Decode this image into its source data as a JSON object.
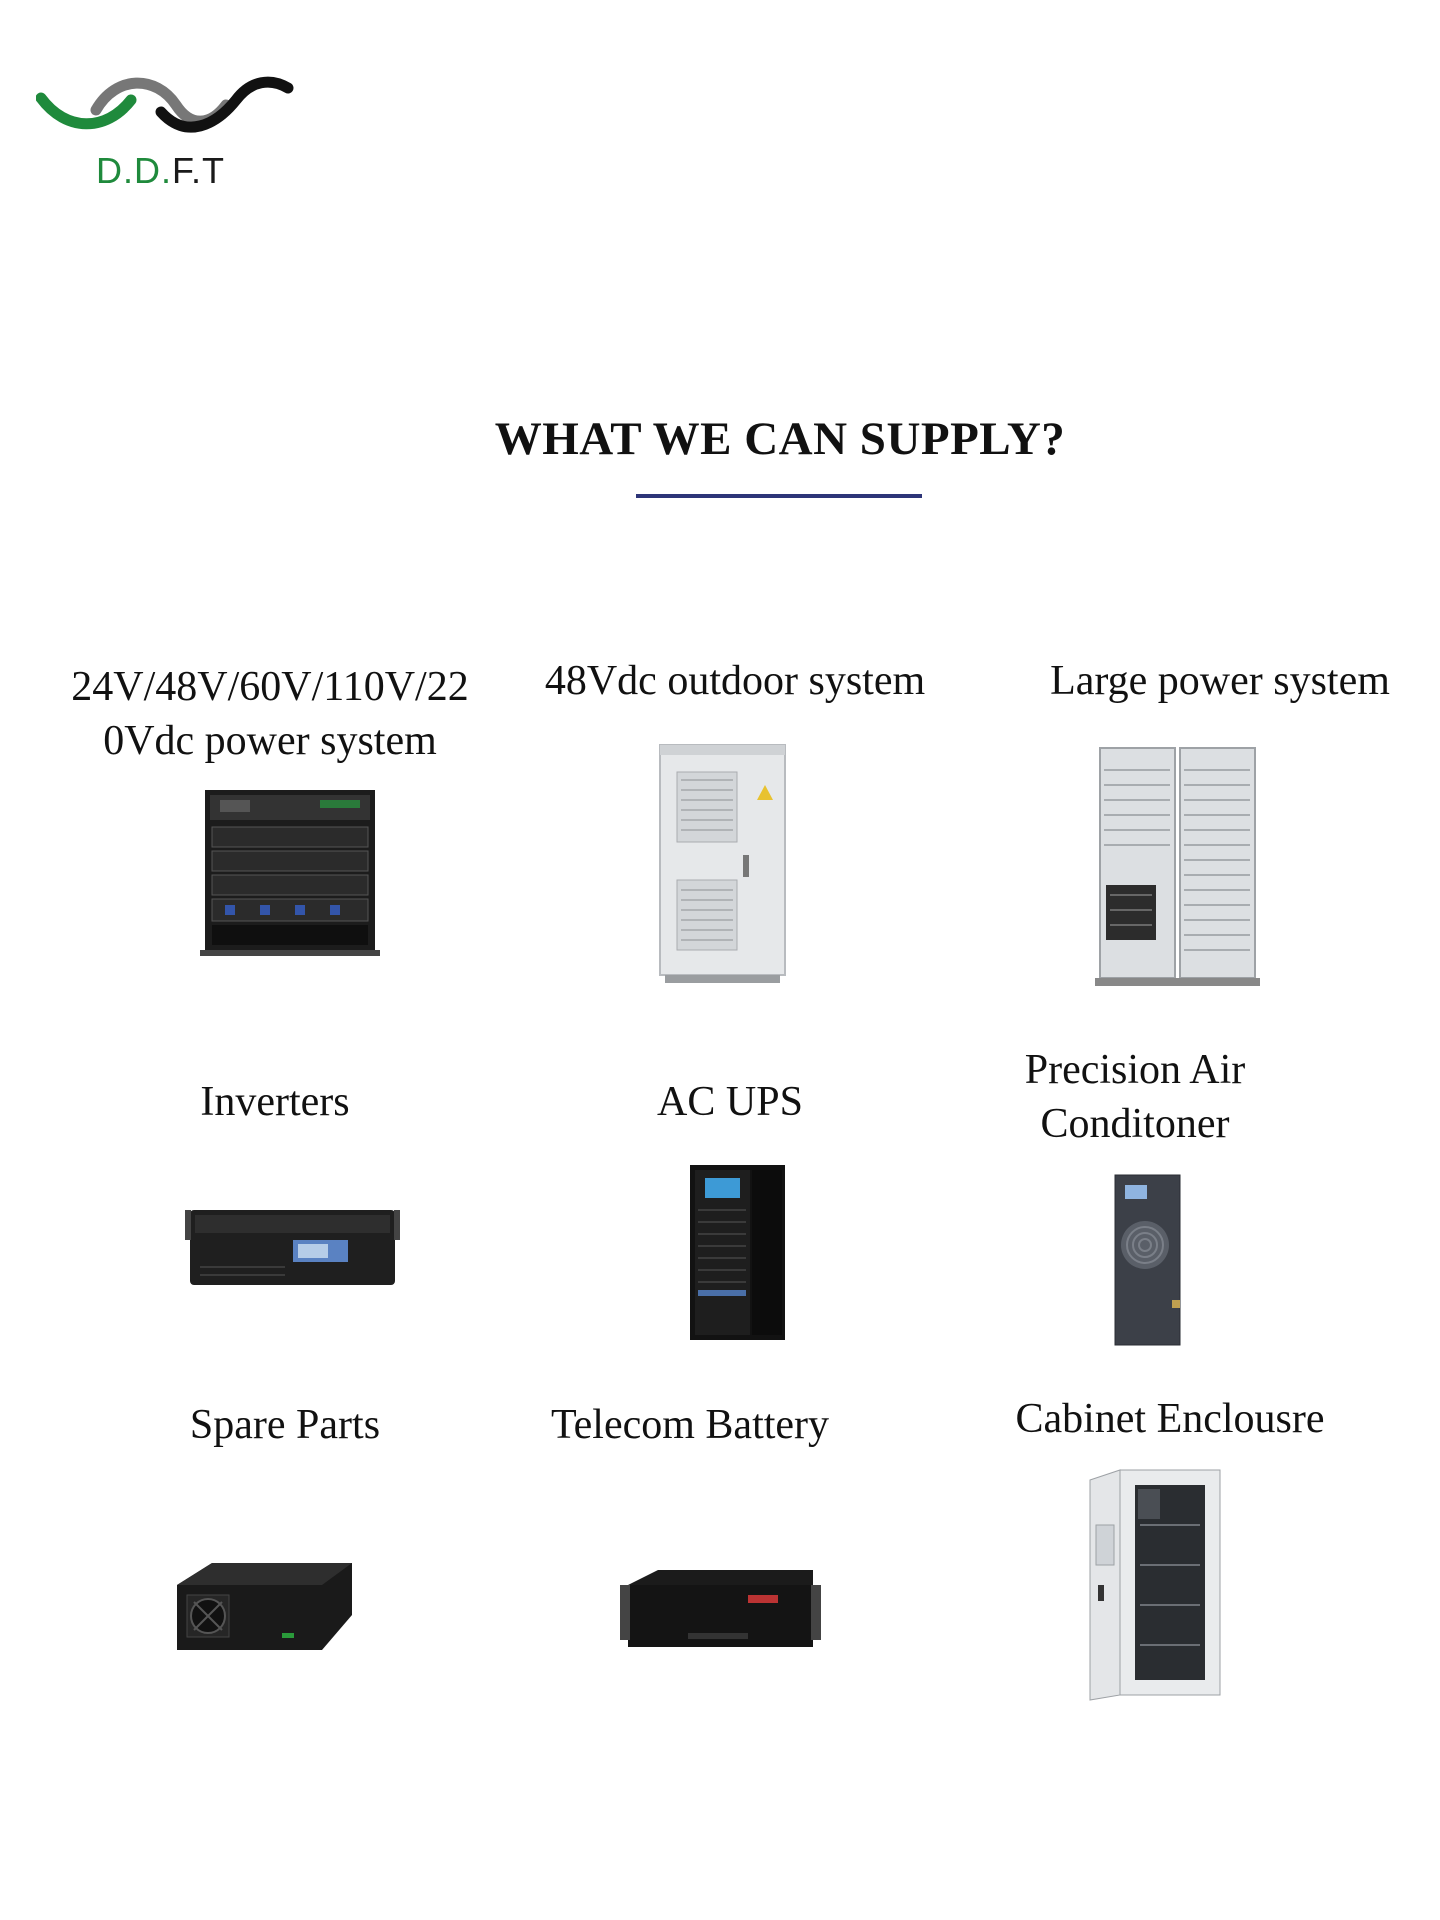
{
  "logo": {
    "brand_green": "D.D.",
    "brand_dark": "F.T",
    "colors": {
      "green": "#1f8a3c",
      "gray": "#666666",
      "black": "#111111"
    }
  },
  "heading": "WHAT WE CAN SUPPLY?",
  "accent_color": "#2d3578",
  "products": [
    {
      "line1": "24V/48V/60V/110V/22",
      "line2": "0Vdc power system",
      "icon": "power-system-rack-icon"
    },
    {
      "line1": "48Vdc outdoor system",
      "icon": "outdoor-cabinet-icon"
    },
    {
      "line1": "Large power system",
      "icon": "large-power-rack-icon"
    },
    {
      "line1": "Inverters",
      "icon": "inverter-icon"
    },
    {
      "line1": "AC UPS",
      "icon": "ups-tower-icon"
    },
    {
      "line1": "Precision Air",
      "line2": "Conditoner",
      "icon": "air-conditioner-icon"
    },
    {
      "line1": "Spare Parts",
      "icon": "rectifier-module-icon"
    },
    {
      "line1": "Telecom Battery",
      "icon": "battery-rack-icon"
    },
    {
      "line1": "Cabinet Enclousre",
      "icon": "cabinet-enclosure-icon"
    }
  ]
}
